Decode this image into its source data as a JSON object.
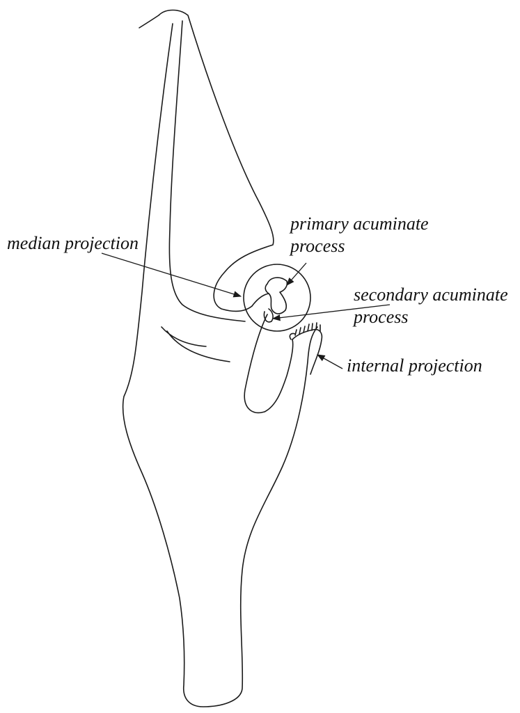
{
  "labels": {
    "median_projection": "median projection",
    "primary_acuminate": [
      "primary acuminate",
      "process"
    ],
    "secondary_acuminate": [
      "secondary acuminate",
      "process"
    ],
    "internal_projection": "internal projection"
  },
  "colors": {
    "line": "#1a1a1a",
    "background": "#ffffff"
  }
}
